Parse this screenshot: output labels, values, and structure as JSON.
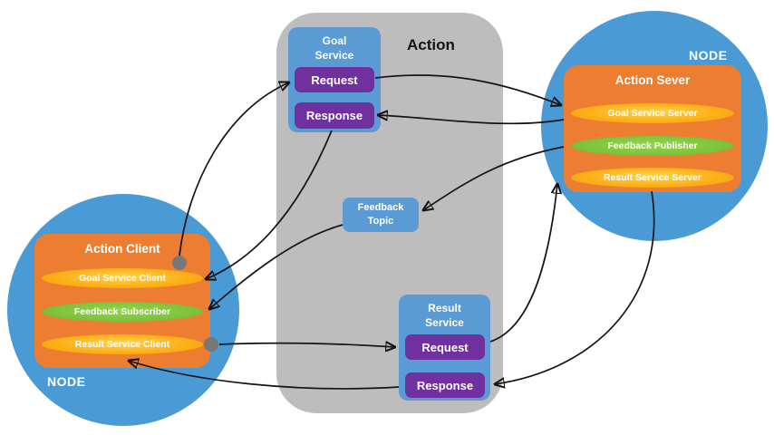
{
  "diagram": {
    "action_group": {
      "title": "Action"
    },
    "goal_service": {
      "title": "Goal Service",
      "request_label": "Request",
      "response_label": "Response"
    },
    "feedback_topic": {
      "title": "Feedback Topic"
    },
    "result_service": {
      "title": "Result Service",
      "request_label": "Request",
      "response_label": "Response"
    },
    "client_node": {
      "node_label": "NODE",
      "title": "Action Client",
      "items": [
        {
          "label": "Goal Service Client"
        },
        {
          "label": "Feedback Subscriber"
        },
        {
          "label": "Result Service Client"
        }
      ]
    },
    "server_node": {
      "node_label": "NODE",
      "title": "Action Sever",
      "items": [
        {
          "label": "Goal Service Server"
        },
        {
          "label": "Feedback Publisher"
        },
        {
          "label": "Result Service Server"
        }
      ]
    },
    "colors": {
      "node_circle_blue": "#4a9ad5",
      "service_blue": "#5b9bd5",
      "request_purple": "#7030a0",
      "node_box_orange": "#ed7d31",
      "service_pill_yellow": "#fcae17",
      "feedback_pill_green": "#77bf36",
      "action_panel_gray": "#bdbdbd",
      "connector_dot_gray": "#787878",
      "arrow_black": "#141414"
    }
  }
}
